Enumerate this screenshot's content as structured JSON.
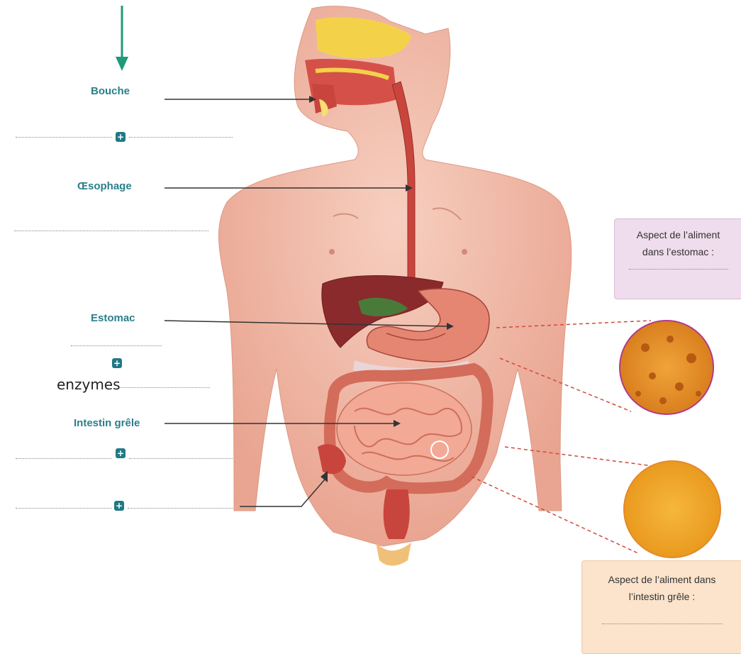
{
  "labels": {
    "mouth": "Bouche",
    "esophagus": "Œsophage",
    "stomach": "Estomac",
    "small_intestine": "Intestin grêle",
    "enzymes": "enzymes",
    "plus": "+"
  },
  "boxes": {
    "stomach_aspect": [
      "Aspect de l’aliment",
      "dans l’estomac :"
    ],
    "intestine_aspect": [
      "Aspect de l’aliment dans",
      "l’intestin grêle :"
    ]
  },
  "colors": {
    "label_teal": "#2b7f8c",
    "arrow_green": "#1f9a7a",
    "plus_badge": "#1f7a85",
    "stomach_box_bg": "#efdcec",
    "intestine_box_bg": "#fbe3cc",
    "skin": "#f1b7a4",
    "organ_red": "#c8453d"
  }
}
